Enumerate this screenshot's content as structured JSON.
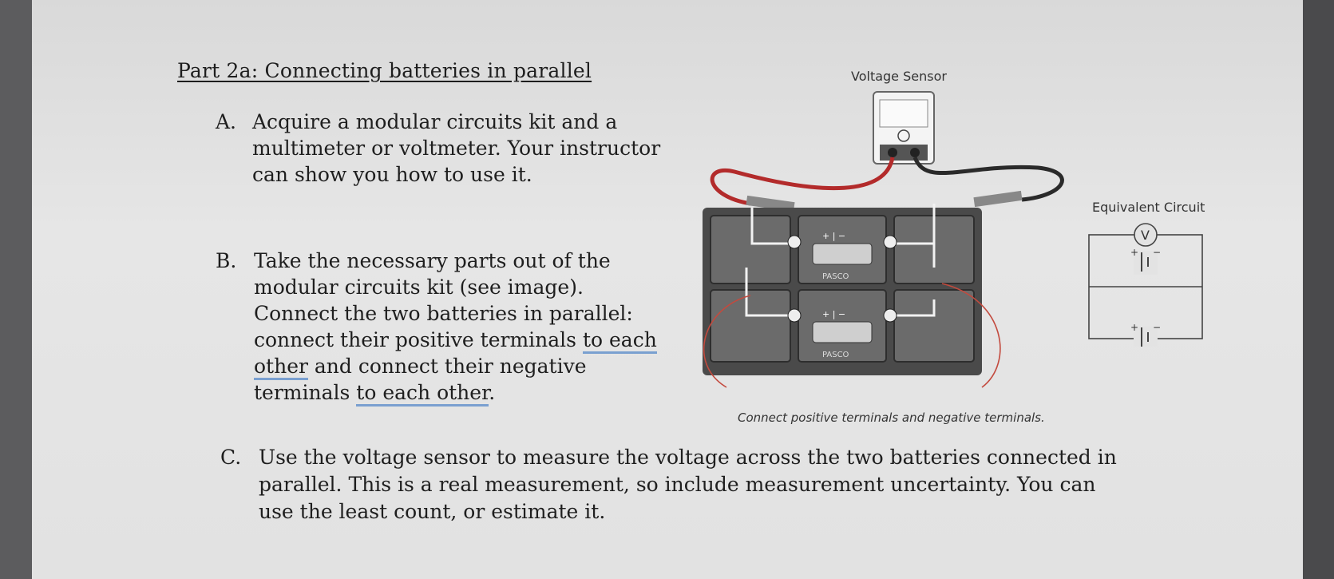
{
  "title": "Part 2a: Connecting batteries in parallel",
  "items": [
    {
      "marker": "A.",
      "lines": [
        "Acquire a modular circuits kit and a",
        "multimeter or voltmeter. Your instructor",
        "can show you how to use it."
      ]
    },
    {
      "marker": "B.",
      "lines": [
        "Take the necessary parts out of the",
        "modular circuits kit (see image).",
        "Connect the two batteries in parallel:"
      ],
      "line4_pre": "connect their positive terminals ",
      "line4_hl": "to each",
      "line5_hl": "other",
      "line5_post": " and connect their negative",
      "line6_pre": "terminals ",
      "line6_hl": "to each other",
      "line6_post": "."
    },
    {
      "marker": "C.",
      "lines": [
        "Use the voltage sensor to measure the voltage across the two batteries connected in",
        "parallel. This is a real measurement, so include measurement uncertainty. You can",
        "use the least count, or estimate it."
      ]
    }
  ],
  "figure": {
    "sensor_label": "Voltage Sensor",
    "caption": "Connect positive terminals and negative terminals.",
    "equivalent_label": "Equivalent Circuit",
    "voltmeter_symbol": "V",
    "plus": "+",
    "minus": "−",
    "brand": "PASCO"
  }
}
